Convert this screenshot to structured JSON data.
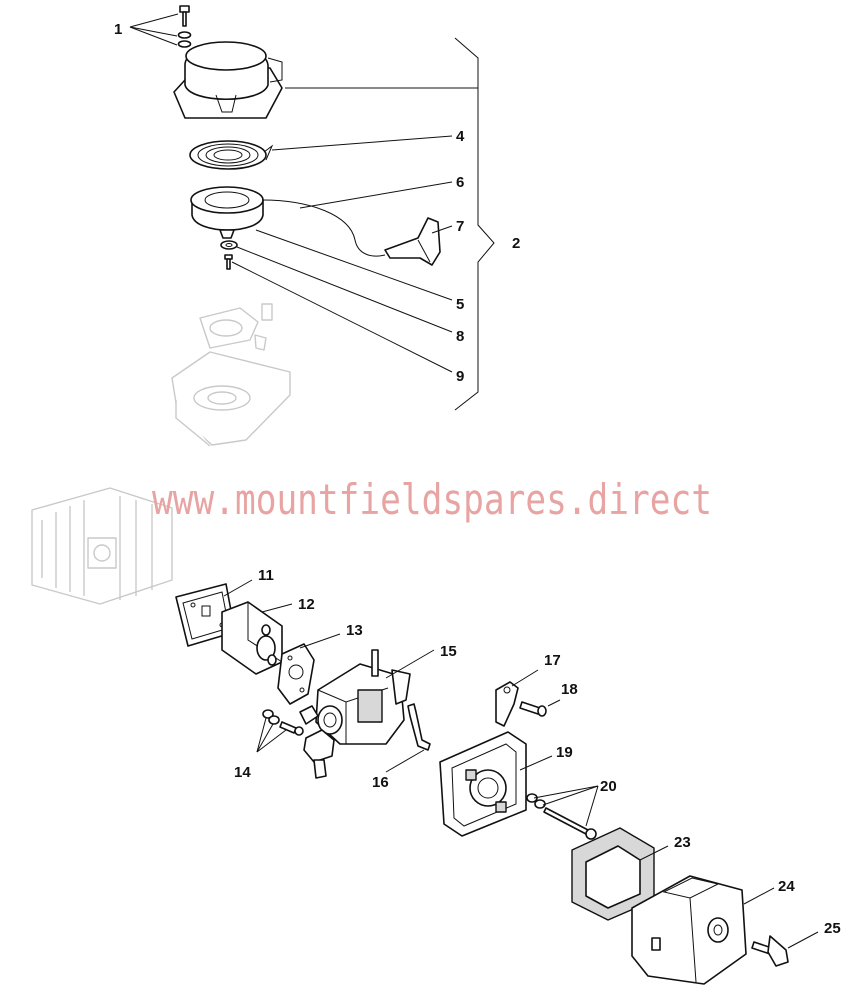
{
  "watermark": "www.mountfieldspares.direct",
  "labels": {
    "l1": "1",
    "l2": "2",
    "l4": "4",
    "l5": "5",
    "l6": "6",
    "l7": "7",
    "l8": "8",
    "l9": "9",
    "l11": "11",
    "l12": "12",
    "l13": "13",
    "l14": "14",
    "l15": "15",
    "l16": "16",
    "l17": "17",
    "l18": "18",
    "l19": "19",
    "l20": "20",
    "l23": "23",
    "l24": "24",
    "l25": "25"
  },
  "colors": {
    "watermark": "#e8a3a3",
    "line": "#111111",
    "ghost": "#c9c9c9"
  }
}
